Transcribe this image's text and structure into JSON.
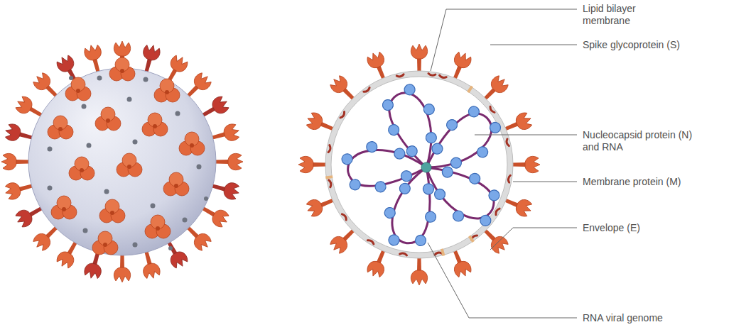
{
  "diagram": {
    "labels": [
      "Lipid bilayer membrane",
      "Spike glycoprotein (S)",
      "Nucleocapsid protein (N) and RNA",
      "Membrane protein (M)",
      "Envelope (E)",
      "RNA viral genome"
    ]
  }
}
